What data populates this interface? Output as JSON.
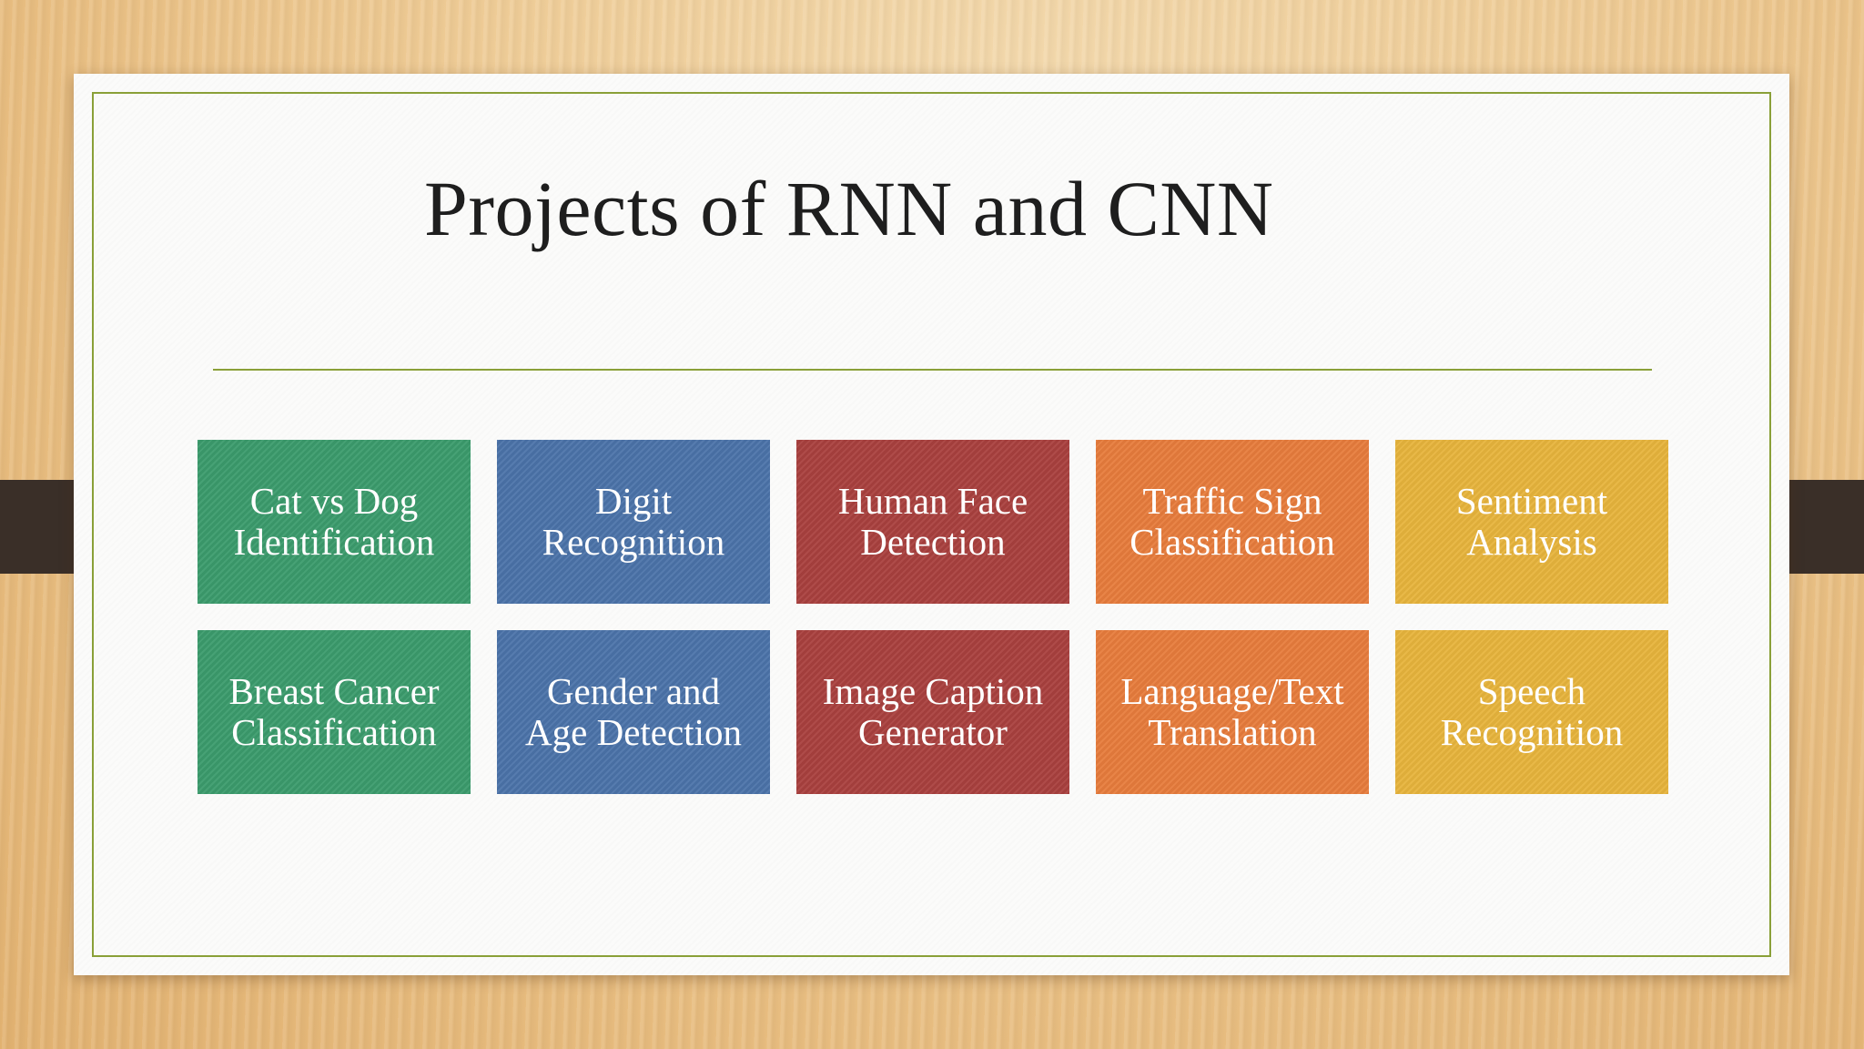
{
  "slide": {
    "title": "Projects of RNN and CNN"
  },
  "colors": {
    "green": "#3b9b6c",
    "blue": "#4b73a9",
    "red": "#a9403e",
    "orange": "#e77c3c",
    "yellow": "#e7b43c",
    "frame": "#8aa038"
  },
  "tiles": [
    {
      "label": "Cat vs Dog\nIdentification",
      "color": "#3b9b6c"
    },
    {
      "label": "Digit\nRecognition",
      "color": "#4b73a9"
    },
    {
      "label": "Human Face\nDetection",
      "color": "#a9403e"
    },
    {
      "label": "Traffic Sign\nClassification",
      "color": "#e77c3c"
    },
    {
      "label": "Sentiment\nAnalysis",
      "color": "#e7b43c"
    },
    {
      "label": "Breast Cancer\nClassification",
      "color": "#3b9b6c"
    },
    {
      "label": "Gender and\nAge Detection",
      "color": "#4b73a9"
    },
    {
      "label": "Image Caption\nGenerator",
      "color": "#a9403e"
    },
    {
      "label": "Language/Text\nTranslation",
      "color": "#e77c3c"
    },
    {
      "label": "Speech\nRecognition",
      "color": "#e7b43c"
    }
  ]
}
